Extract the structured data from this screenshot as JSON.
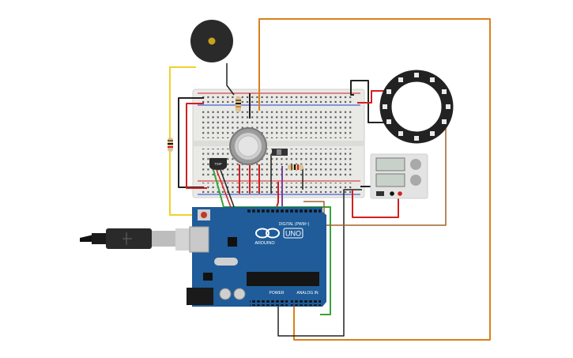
{
  "colors": {
    "background": "#ffffff",
    "breadboard": "#e9e9e6",
    "arduino_board": "#1f5c99",
    "wire_orange": "#d9801a",
    "wire_red": "#d21f1f",
    "wire_black": "#222222",
    "wire_green": "#34a534",
    "wire_yellow": "#f1d12a",
    "wire_purple": "#7a3fa1",
    "wire_brown": "#a0622b",
    "neopixel_ring": "#222222",
    "power_supply": "#e3e3e3"
  },
  "board": {
    "brand": "ARDUINO",
    "model": "UNO",
    "digital_header_label": "DIGITAL (PWM~)",
    "power_header_label": "POWER",
    "analog_header_label": "ANALOG IN"
  },
  "sensor": {
    "tmp_label": "TMP"
  },
  "components": {
    "piezo": "piezo-buzzer",
    "gas_sensor": "gas-sensor",
    "slide_switch": "slide-switch",
    "temperature_sensor": "tmp36",
    "neopixel_ring": "neopixel-ring-12",
    "power_supply": "dc-power-supply",
    "usb_cable": "usb-b-cable",
    "icons": [
      "usb-plug-icon",
      "reset-button-icon",
      "crystal-icon",
      "chip-icon"
    ]
  }
}
